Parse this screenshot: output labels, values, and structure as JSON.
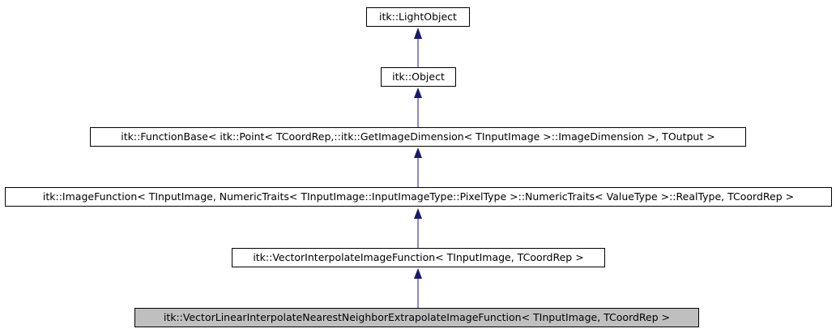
{
  "diagram": {
    "nodes": [
      {
        "id": "light-object",
        "label": "itk::LightObject"
      },
      {
        "id": "object",
        "label": "itk::Object"
      },
      {
        "id": "function-base",
        "label": "itk::FunctionBase< itk::Point< TCoordRep,::itk::GetImageDimension< TInputImage >::ImageDimension >, TOutput >"
      },
      {
        "id": "image-function",
        "label": "itk::ImageFunction< TInputImage, NumericTraits< TInputImage::InputImageType::PixelType >::NumericTraits< ValueType >::RealType, TCoordRep >"
      },
      {
        "id": "vector-interpolate",
        "label": "itk::VectorInterpolateImageFunction< TInputImage, TCoordRep >"
      },
      {
        "id": "vector-linear-interpolate-nn",
        "label": "itk::VectorLinearInterpolateNearestNeighborExtrapolateImageFunction< TInputImage, TCoordRep >",
        "current": true
      }
    ],
    "edges": [
      {
        "from": "object",
        "to": "light-object"
      },
      {
        "from": "function-base",
        "to": "object"
      },
      {
        "from": "image-function",
        "to": "function-base"
      },
      {
        "from": "vector-interpolate",
        "to": "image-function"
      },
      {
        "from": "vector-linear-interpolate-nn",
        "to": "vector-interpolate"
      }
    ],
    "colors": {
      "edge": "#191970",
      "current_node_fill": "#bfbfbf",
      "node_border": "#000000"
    }
  }
}
